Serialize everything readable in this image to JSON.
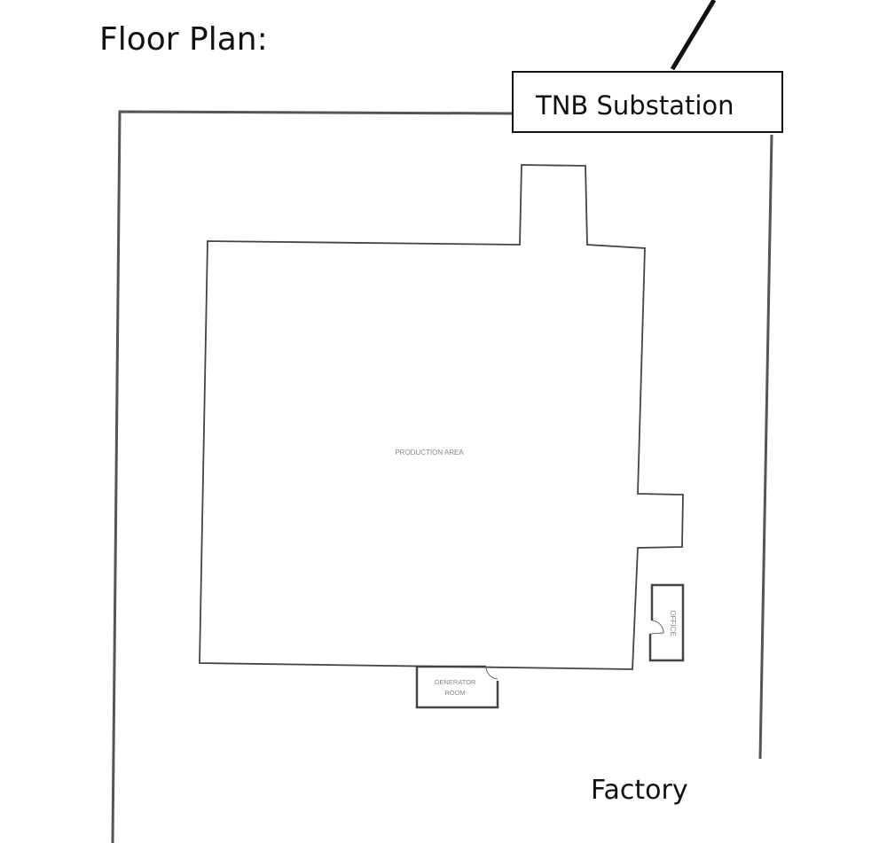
{
  "title": "Floor Plan:",
  "substation_label": "TNB Substation",
  "site_label": "Factory",
  "rooms": {
    "production": "PRODUCTION AREA",
    "generator_line1": "GENERATOR",
    "generator_line2": "ROOM",
    "office": "OFFICE"
  }
}
